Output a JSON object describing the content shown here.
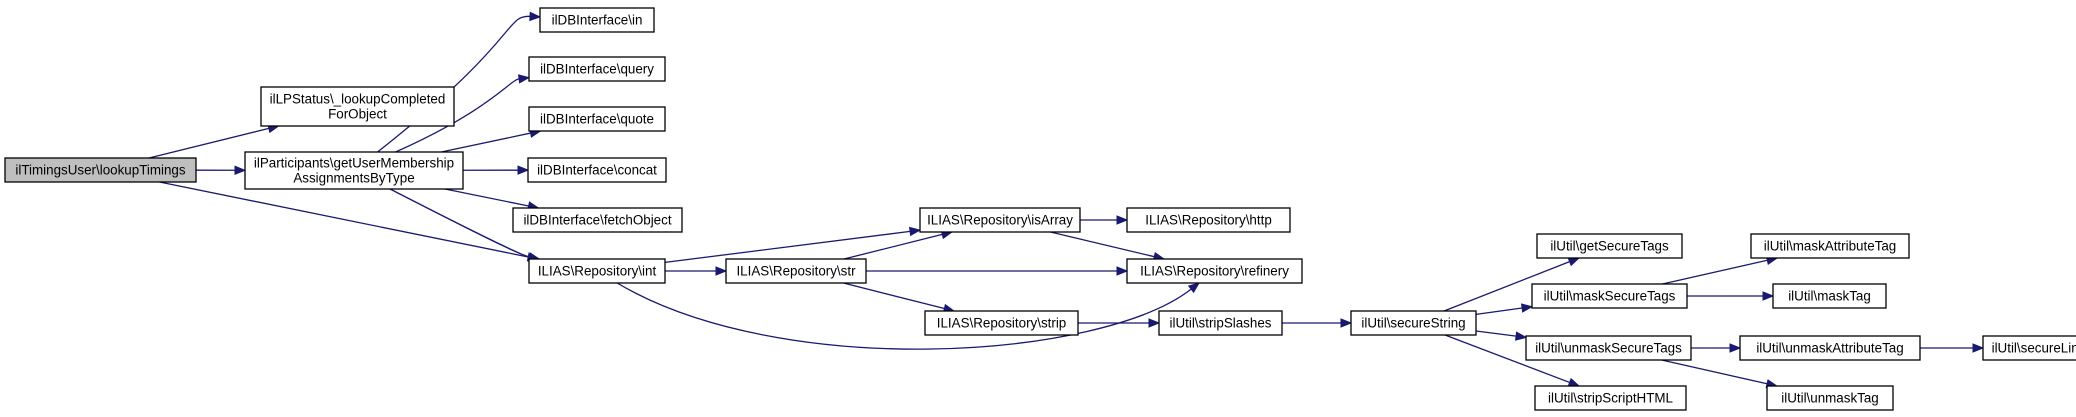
{
  "graph": {
    "node_fill": "#ffffff",
    "root_fill": "#bfbfbf",
    "edge_color": "#191970",
    "nodes": [
      {
        "id": "lookupTimings",
        "lines": [
          "ilTimingsUser\\lookupTimings"
        ],
        "root": true
      },
      {
        "id": "lookupCompleted",
        "lines": [
          "ilLPStatus\\_lookupCompleted",
          "ForObject"
        ]
      },
      {
        "id": "getUserMembership",
        "lines": [
          "ilParticipants\\getUserMembership",
          "AssignmentsByType"
        ]
      },
      {
        "id": "db_in",
        "lines": [
          "ilDBInterface\\in"
        ]
      },
      {
        "id": "db_query",
        "lines": [
          "ilDBInterface\\query"
        ]
      },
      {
        "id": "db_quote",
        "lines": [
          "ilDBInterface\\quote"
        ]
      },
      {
        "id": "db_concat",
        "lines": [
          "ilDBInterface\\concat"
        ]
      },
      {
        "id": "db_fetchObject",
        "lines": [
          "ilDBInterface\\fetchObject"
        ]
      },
      {
        "id": "repo_int",
        "lines": [
          "ILIAS\\Repository\\int"
        ]
      },
      {
        "id": "repo_str",
        "lines": [
          "ILIAS\\Repository\\str"
        ]
      },
      {
        "id": "repo_isArray",
        "lines": [
          "ILIAS\\Repository\\isArray"
        ]
      },
      {
        "id": "repo_strip",
        "lines": [
          "ILIAS\\Repository\\strip"
        ]
      },
      {
        "id": "repo_http",
        "lines": [
          "ILIAS\\Repository\\http"
        ]
      },
      {
        "id": "repo_refinery",
        "lines": [
          "ILIAS\\Repository\\refinery"
        ]
      },
      {
        "id": "stripSlashes",
        "lines": [
          "ilUtil\\stripSlashes"
        ]
      },
      {
        "id": "secureString",
        "lines": [
          "ilUtil\\secureString"
        ]
      },
      {
        "id": "getSecureTags",
        "lines": [
          "ilUtil\\getSecureTags"
        ]
      },
      {
        "id": "maskSecureTags",
        "lines": [
          "ilUtil\\maskSecureTags"
        ]
      },
      {
        "id": "unmaskSecureTags",
        "lines": [
          "ilUtil\\unmaskSecureTags"
        ]
      },
      {
        "id": "stripScriptHTML",
        "lines": [
          "ilUtil\\stripScriptHTML"
        ]
      },
      {
        "id": "maskAttributeTag",
        "lines": [
          "ilUtil\\maskAttributeTag"
        ]
      },
      {
        "id": "maskTag",
        "lines": [
          "ilUtil\\maskTag"
        ]
      },
      {
        "id": "unmaskAttributeTag",
        "lines": [
          "ilUtil\\unmaskAttributeTag"
        ]
      },
      {
        "id": "unmaskTag",
        "lines": [
          "ilUtil\\unmaskTag"
        ]
      },
      {
        "id": "secureLink",
        "lines": [
          "ilUtil\\secureLink"
        ]
      }
    ],
    "edges": [
      [
        "lookupTimings",
        "lookupCompleted"
      ],
      [
        "lookupTimings",
        "getUserMembership"
      ],
      [
        "lookupTimings",
        "repo_int"
      ],
      [
        "getUserMembership",
        "db_in"
      ],
      [
        "getUserMembership",
        "db_query"
      ],
      [
        "getUserMembership",
        "db_quote"
      ],
      [
        "getUserMembership",
        "db_concat"
      ],
      [
        "getUserMembership",
        "db_fetchObject"
      ],
      [
        "getUserMembership",
        "repo_int"
      ],
      [
        "repo_int",
        "repo_isArray"
      ],
      [
        "repo_int",
        "repo_str"
      ],
      [
        "repo_int",
        "repo_refinery"
      ],
      [
        "repo_str",
        "repo_isArray"
      ],
      [
        "repo_str",
        "repo_refinery"
      ],
      [
        "repo_str",
        "repo_strip"
      ],
      [
        "repo_isArray",
        "repo_http"
      ],
      [
        "repo_isArray",
        "repo_refinery"
      ],
      [
        "repo_strip",
        "stripSlashes"
      ],
      [
        "stripSlashes",
        "secureString"
      ],
      [
        "secureString",
        "getSecureTags"
      ],
      [
        "secureString",
        "maskSecureTags"
      ],
      [
        "secureString",
        "unmaskSecureTags"
      ],
      [
        "secureString",
        "stripScriptHTML"
      ],
      [
        "maskSecureTags",
        "maskAttributeTag"
      ],
      [
        "maskSecureTags",
        "maskTag"
      ],
      [
        "unmaskSecureTags",
        "unmaskAttributeTag"
      ],
      [
        "unmaskSecureTags",
        "unmaskTag"
      ],
      [
        "unmaskAttributeTag",
        "secureLink"
      ]
    ]
  }
}
